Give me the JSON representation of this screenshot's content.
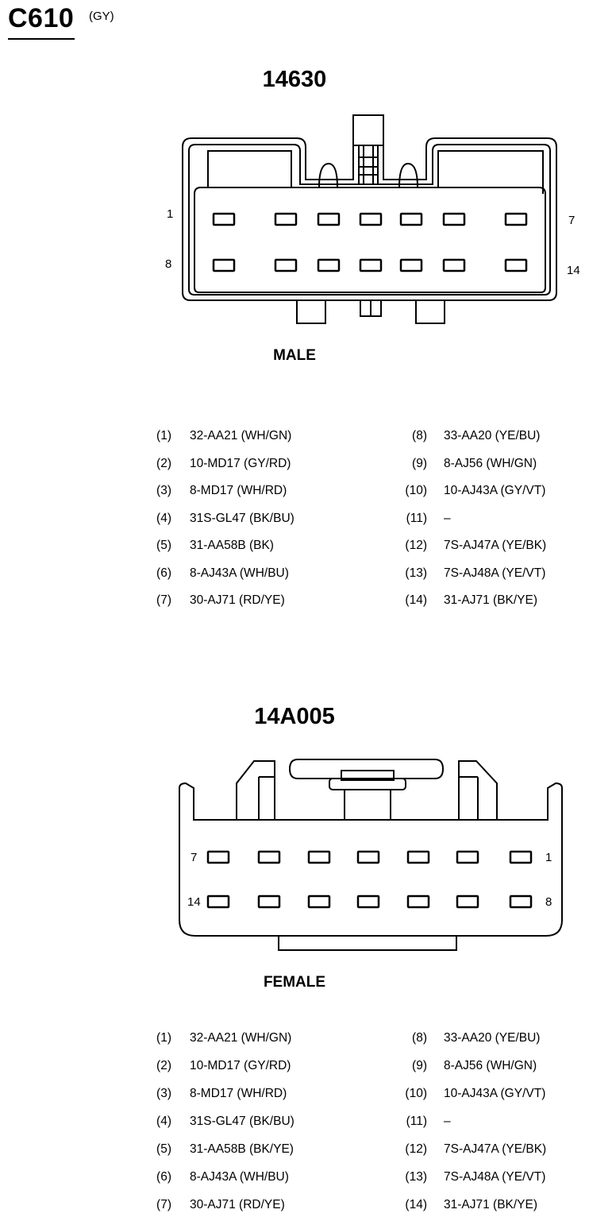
{
  "header": {
    "connector_id": "C610",
    "color_code": "(GY)"
  },
  "male": {
    "part_number": "14630",
    "gender": "MALE",
    "end_labels": {
      "top_left": "1",
      "top_right": "7",
      "bottom_left": "8",
      "bottom_right": "14"
    },
    "pins": [
      {
        "num": "(1)",
        "circuit": "32-AA21 (WH/GN)"
      },
      {
        "num": "(2)",
        "circuit": "10-MD17 (GY/RD)"
      },
      {
        "num": "(3)",
        "circuit": "8-MD17 (WH/RD)"
      },
      {
        "num": "(4)",
        "circuit": "31S-GL47 (BK/BU)"
      },
      {
        "num": "(5)",
        "circuit": "31-AA58B (BK)"
      },
      {
        "num": "(6)",
        "circuit": "8-AJ43A (WH/BU)"
      },
      {
        "num": "(7)",
        "circuit": "30-AJ71 (RD/YE)"
      },
      {
        "num": "(8)",
        "circuit": "33-AA20 (YE/BU)"
      },
      {
        "num": "(9)",
        "circuit": "8-AJ56 (WH/GN)"
      },
      {
        "num": "(10)",
        "circuit": "10-AJ43A (GY/VT)"
      },
      {
        "num": "(11)",
        "circuit": "–"
      },
      {
        "num": "(12)",
        "circuit": "7S-AJ47A (YE/BK)"
      },
      {
        "num": "(13)",
        "circuit": "7S-AJ48A (YE/VT)"
      },
      {
        "num": "(14)",
        "circuit": "31-AJ71 (BK/YE)"
      }
    ]
  },
  "female": {
    "part_number": "14A005",
    "gender": "FEMALE",
    "end_labels": {
      "top_left": "7",
      "top_right": "1",
      "bottom_left": "14",
      "bottom_right": "8"
    },
    "pins": [
      {
        "num": "(1)",
        "circuit": "32-AA21 (WH/GN)"
      },
      {
        "num": "(2)",
        "circuit": "10-MD17 (GY/RD)"
      },
      {
        "num": "(3)",
        "circuit": "8-MD17 (WH/RD)"
      },
      {
        "num": "(4)",
        "circuit": "31S-GL47 (BK/BU)"
      },
      {
        "num": "(5)",
        "circuit": "31-AA58B (BK/YE)"
      },
      {
        "num": "(6)",
        "circuit": "8-AJ43A (WH/BU)"
      },
      {
        "num": "(7)",
        "circuit": "30-AJ71 (RD/YE)"
      },
      {
        "num": "(8)",
        "circuit": "33-AA20 (YE/BU)"
      },
      {
        "num": "(9)",
        "circuit": "8-AJ56 (WH/GN)"
      },
      {
        "num": "(10)",
        "circuit": "10-AJ43A (GY/VT)"
      },
      {
        "num": "(11)",
        "circuit": "–"
      },
      {
        "num": "(12)",
        "circuit": "7S-AJ47A (YE/BK)"
      },
      {
        "num": "(13)",
        "circuit": "7S-AJ48A (YE/VT)"
      },
      {
        "num": "(14)",
        "circuit": "31-AJ71 (BK/YE)"
      }
    ]
  }
}
